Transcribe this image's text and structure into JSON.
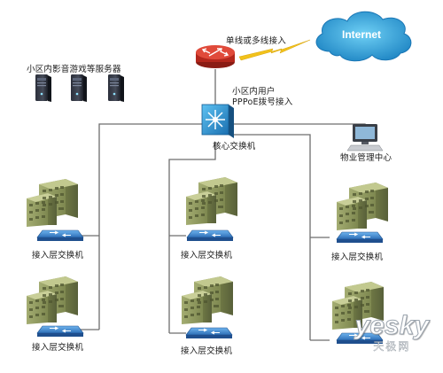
{
  "labels": {
    "uplink": "单线或多线接入",
    "internet": "Internet",
    "servers": "小区内影音游戏等服务器",
    "pppoe_line1": "小区内用户",
    "pppoe_line2": "PPPoE拨号接入",
    "core_switch": "核心交换机",
    "management": "物业管理中心",
    "access_switch": "接入层交换机"
  },
  "watermark": {
    "brand": "yesky",
    "sub": "天极网"
  },
  "colors": {
    "line": "#6e6e6e",
    "bolt": "#f2c21b",
    "cloud": "#2c9fd6",
    "switch_blue": "#2f6bb3",
    "router_red": "#d23a2a",
    "building": "#8f9a5e"
  },
  "icons": [
    "internet-cloud-icon",
    "router-icon",
    "lightning-bolt-icon",
    "server-icon",
    "core-switch-icon",
    "computer-icon",
    "building-icon",
    "access-switch-icon"
  ]
}
